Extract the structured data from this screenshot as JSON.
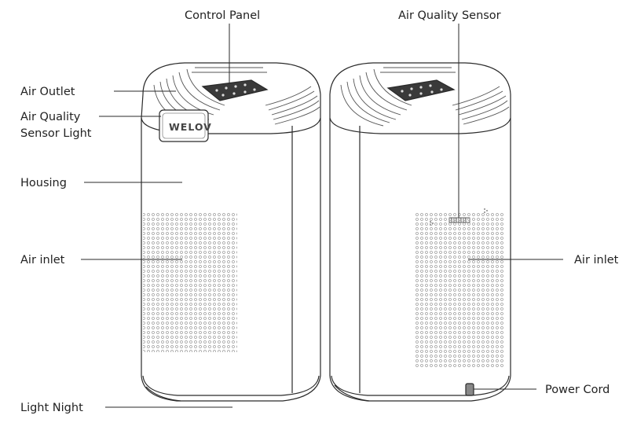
{
  "labels": {
    "control_panel": "Control Panel",
    "air_quality_sensor": "Air Quality Sensor",
    "air_outlet": "Air Outlet",
    "air_quality_sensor_light_line1": "Air Quality",
    "air_quality_sensor_light_line2": "Sensor Light",
    "housing": "Housing",
    "air_inlet_left": "Air inlet",
    "air_inlet_right": "Air inlet",
    "light_night": "Light  Night",
    "power_cord": "Power Cord"
  },
  "brand_logo_text": "WELOV",
  "colors": {
    "line": "#2a2a2a",
    "panel": "#3a3a3a",
    "dots": "#9a9a9a"
  }
}
